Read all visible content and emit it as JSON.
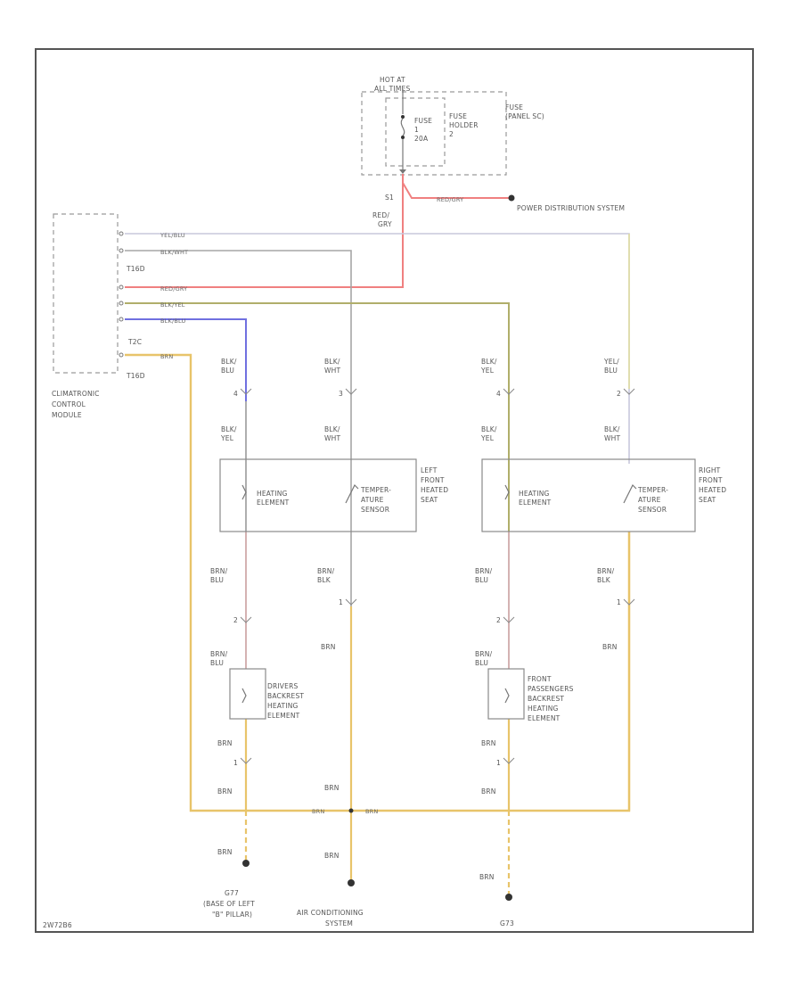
{
  "battery": {
    "line1": "HOT AT",
    "line2": "ALL TIMES"
  },
  "fuse": {
    "l1": "FUSE",
    "l2": "1",
    "l3": "20A"
  },
  "fuse_holder": {
    "l1": "FUSE",
    "l2": "HOLDER",
    "l3": "2"
  },
  "fuse_panel": {
    "l1": "FUSE",
    "l2": "(PANEL SC)"
  },
  "fuse_out_pin": "S1",
  "feed_wire": {
    "l1": "RED/",
    "l2": "GRY"
  },
  "power_wire_label": "RED/GRY",
  "power_distribution": "POWER DISTRIBUTION SYSTEM",
  "module": {
    "l1": "CLIMATRONIC",
    "l2": "CONTROL",
    "l3": "MODULE",
    "connector_a": "T16D",
    "connector_b": "T2C",
    "connector_c": "T16D",
    "wires": [
      "YEL/BLU",
      "BLK/WHT",
      "RED/GRY",
      "BLK/YEL",
      "BLK/BLU",
      "BRN"
    ]
  },
  "left_seat": {
    "top_wires": [
      {
        "l1": "BLK/",
        "l2": "BLU"
      },
      {
        "l1": "BLK/",
        "l2": "WHT"
      }
    ],
    "pins": [
      "4",
      "3"
    ],
    "mid_wires": [
      {
        "l1": "BLK/",
        "l2": "YEL"
      },
      {
        "l1": "BLK/",
        "l2": "WHT"
      }
    ],
    "heating": {
      "l1": "HEATING",
      "l2": "ELEMENT"
    },
    "sensor": {
      "l1": "TEMPER-",
      "l2": "ATURE",
      "l3": "SENSOR"
    },
    "name": {
      "l1": "LEFT",
      "l2": "FRONT",
      "l3": "HEATED",
      "l4": "SEAT"
    },
    "lower_wires": [
      {
        "l1": "BRN/",
        "l2": "BLU"
      },
      {
        "l1": "BRN/",
        "l2": "BLK"
      }
    ],
    "lower_pins": [
      "2",
      "1"
    ],
    "brn_right": "BRN",
    "back_top": {
      "l1": "BRN/",
      "l2": "BLU"
    },
    "backrest": {
      "l1": "DRIVERS",
      "l2": "BACKREST",
      "l3": "HEATING",
      "l4": "ELEMENT"
    },
    "back_bottom": "BRN",
    "back_pin": "1",
    "brn_low": "BRN"
  },
  "right_seat": {
    "top_wires": [
      {
        "l1": "BLK/",
        "l2": "YEL"
      },
      {
        "l1": "YEL/",
        "l2": "BLU"
      }
    ],
    "pins": [
      "4",
      "2"
    ],
    "mid_wires": [
      {
        "l1": "BLK/",
        "l2": "YEL"
      },
      {
        "l1": "BLK/",
        "l2": "WHT"
      }
    ],
    "heating": {
      "l1": "HEATING",
      "l2": "ELEMENT"
    },
    "sensor": {
      "l1": "TEMPER-",
      "l2": "ATURE",
      "l3": "SENSOR"
    },
    "name": {
      "l1": "RIGHT",
      "l2": "FRONT",
      "l3": "HEATED",
      "l4": "SEAT"
    },
    "lower_wires": [
      {
        "l1": "BRN/",
        "l2": "BLU"
      },
      {
        "l1": "BRN/",
        "l2": "BLK"
      }
    ],
    "lower_pins": [
      "2",
      "1"
    ],
    "brn_right": "BRN",
    "back_top": {
      "l1": "BRN/",
      "l2": "BLU"
    },
    "backrest": {
      "l1": "FRONT",
      "l2": "PASSENGERS",
      "l3": "BACKREST",
      "l4": "HEATING",
      "l5": "ELEMENT"
    },
    "back_bottom": "BRN",
    "back_pin": "1",
    "brn_low": "BRN"
  },
  "bus": {
    "center_top": "BRN",
    "left": "BRN",
    "right": "BRN"
  },
  "grounds": {
    "g1_wire": "BRN",
    "g1": {
      "l1": "G77",
      "l2": "(BASE OF LEFT",
      "l3": "\"B\" PILLAR)"
    },
    "ac_wire": "BRN",
    "ac": {
      "l1": "AIR CONDITIONING",
      "l2": "SYSTEM"
    },
    "g2_wire": "BRN",
    "g2": "G73"
  },
  "footer_code": "2W72B6",
  "colors": {
    "yellow": "#e8c46a",
    "red": "#f08080",
    "blue": "#7070e0",
    "grey": "#a6a6a6",
    "olive": "#b0ae6a",
    "paleyel": "#e0dda0",
    "pink": "#cfa9a9"
  }
}
